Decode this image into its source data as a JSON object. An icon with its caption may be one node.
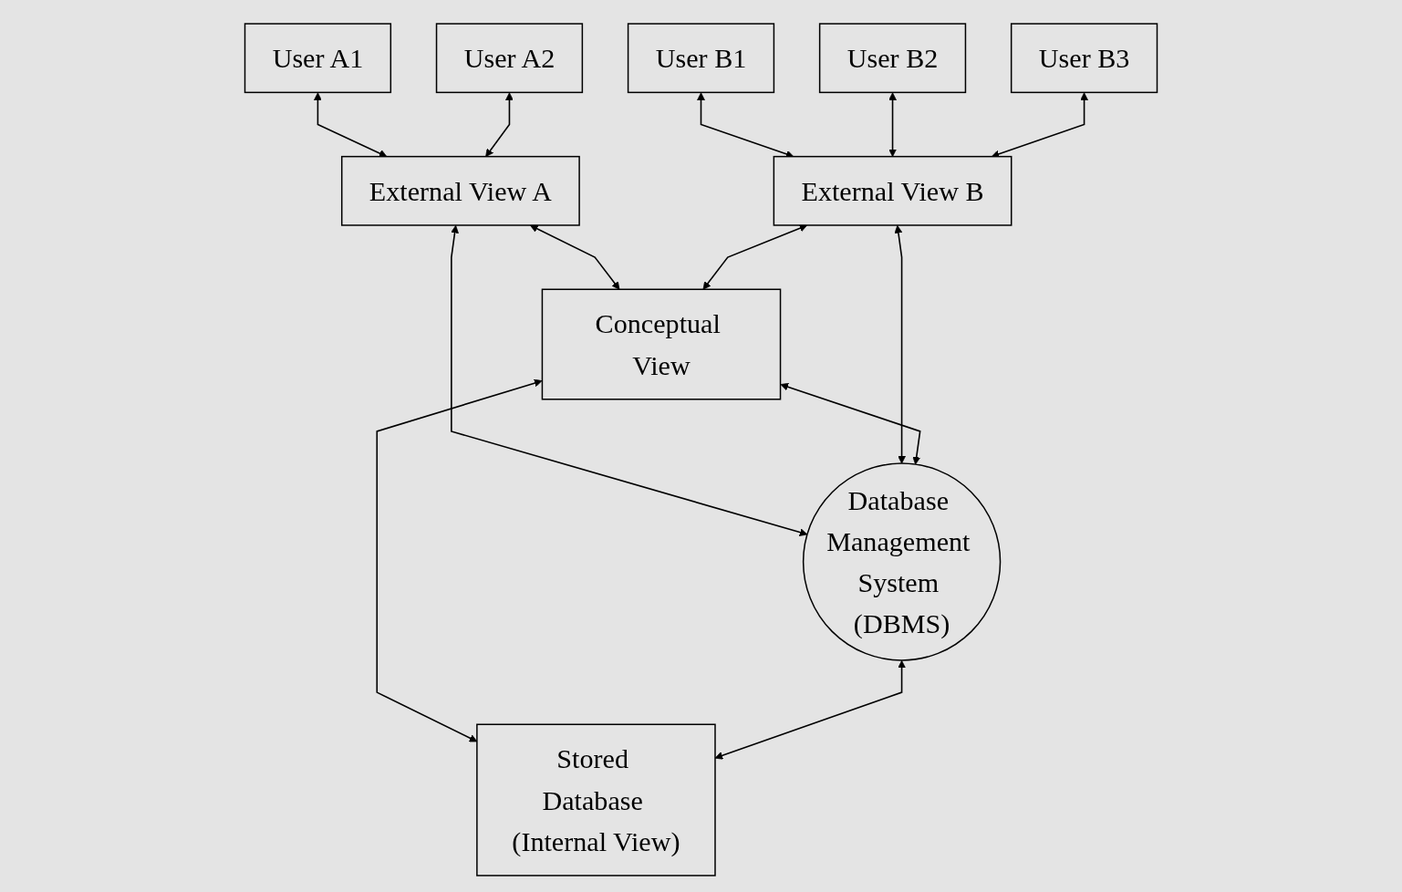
{
  "diagram": {
    "nodes": [
      {
        "text": [
          "User A1"
        ]
      },
      {
        "text": [
          "User A2"
        ]
      },
      {
        "text": [
          "User B1"
        ]
      },
      {
        "text": [
          "User B2"
        ]
      },
      {
        "text": [
          "User B3"
        ]
      },
      {
        "text": [
          "External View A"
        ]
      },
      {
        "text": [
          "External View B"
        ]
      },
      {
        "text": [
          "Conceptual View"
        ]
      },
      {
        "text": [
          "Database Management System (DBMS)"
        ]
      },
      {
        "text": [
          "Stored Database (Internal View)"
        ]
      }
    ],
    "edges": [
      {
        "from": 0,
        "to": 5,
        "arrow": "both"
      },
      {
        "from": 1,
        "to": 5,
        "arrow": "both"
      },
      {
        "from": 2,
        "to": 6,
        "arrow": "both"
      },
      {
        "from": 3,
        "to": 6,
        "arrow": "both"
      },
      {
        "from": 4,
        "to": 6,
        "arrow": "both"
      },
      {
        "from": 5,
        "to": 7,
        "arrow": "both"
      },
      {
        "from": 5,
        "to": 8,
        "arrow": "both"
      },
      {
        "from": 6,
        "to": 7,
        "arrow": "both"
      },
      {
        "from": 6,
        "to": 8,
        "arrow": "both"
      },
      {
        "from": 7,
        "to": 8,
        "arrow": "both"
      },
      {
        "from": 7,
        "to": 9,
        "arrow": "both"
      },
      {
        "from": 8,
        "to": 9,
        "arrow": "both"
      }
    ]
  }
}
